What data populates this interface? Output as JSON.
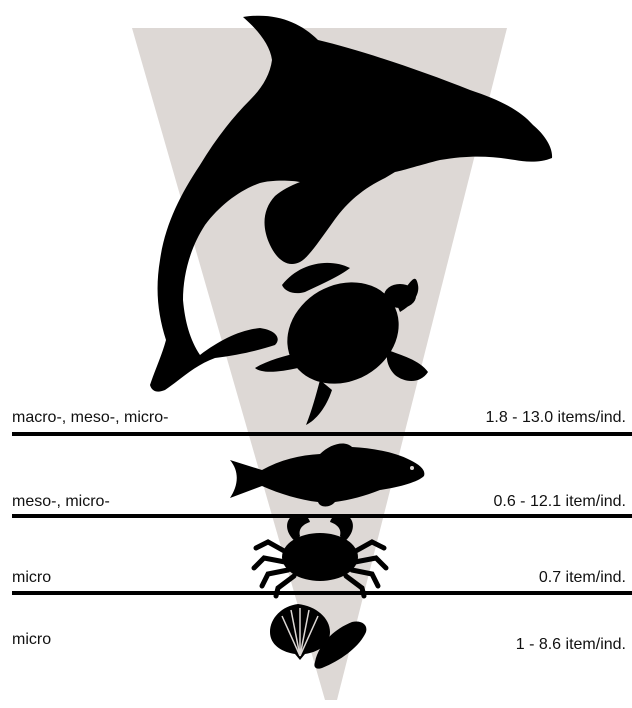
{
  "colors": {
    "funnel": "#ddd8d5",
    "silhouette": "#000000",
    "divider": "#000000",
    "text": "#111111"
  },
  "tiers": [
    {
      "category": "macro-, meso-, micro-",
      "range": "1.8 - 13.0 items/ind.",
      "organism": "dolphin-and-turtle-icon"
    },
    {
      "category": "meso-, micro-",
      "range": "0.6 - 12.1 item/ind.",
      "organism": "fish-icon"
    },
    {
      "category": "micro",
      "range": "0.7 item/ind.",
      "organism": "crab-icon"
    },
    {
      "category": "micro",
      "range": "1 - 8.6 item/ind.",
      "organism": "shellfish-icon"
    }
  ]
}
